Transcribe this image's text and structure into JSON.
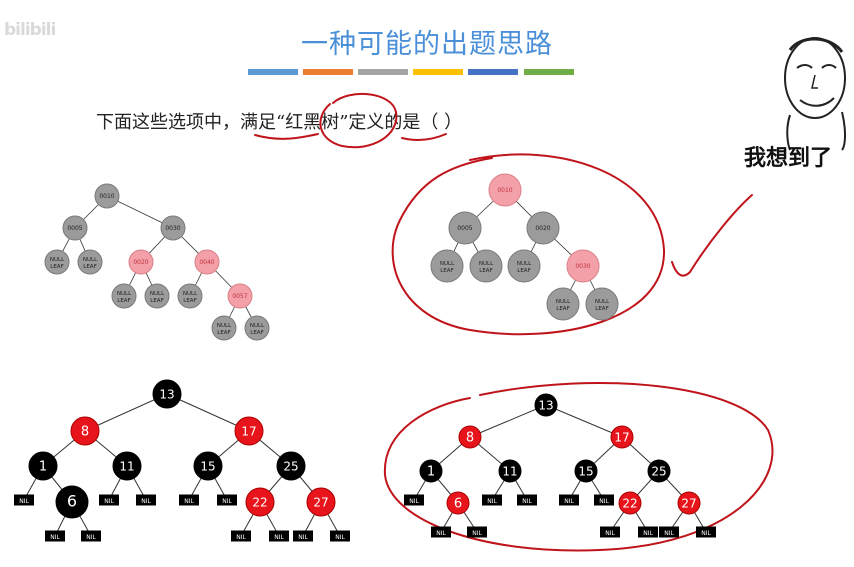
{
  "watermark": "bilibili",
  "title": "一种可能的出题思路",
  "colors": {
    "title": "#4a8fd8",
    "bars": [
      "#5b9bd5",
      "#ed7d31",
      "#a5a5a5",
      "#ffc000",
      "#4472c4",
      "#70ad47"
    ],
    "gray_node": "#9b9b9b",
    "pink_node": "#f4a0a8",
    "red_node": "#e8141b",
    "black_node": "#000000",
    "annotation_red": "#c0141b"
  },
  "question": {
    "prefix": "下面这些选项中，",
    "underlined": "满足",
    "quoted": "“红黑树”",
    "underlined2": "定义",
    "suffix": "的是（    ）"
  },
  "meme": {
    "caption": "我想到了",
    "icon": "meme-face-icon"
  },
  "trees": [
    {
      "id": "tree-a",
      "nodes": [
        {
          "label": "0010",
          "color": "gray"
        },
        {
          "label": "0005",
          "color": "gray"
        },
        {
          "label": "0030",
          "color": "gray"
        },
        {
          "label": "NULL\nLEAF",
          "color": "gray"
        },
        {
          "label": "NULL\nLEAF",
          "color": "gray"
        },
        {
          "label": "0020",
          "color": "pink"
        },
        {
          "label": "0040",
          "color": "pink"
        },
        {
          "label": "NULL\nLEAF",
          "color": "gray"
        },
        {
          "label": "NULL\nLEAF",
          "color": "gray"
        },
        {
          "label": "NULL\nLEAF",
          "color": "gray"
        },
        {
          "label": "0057",
          "color": "pink"
        },
        {
          "label": "NULL\nLEAF",
          "color": "gray"
        },
        {
          "label": "NULL\nLEAF",
          "color": "gray"
        }
      ],
      "edges": [
        [
          0,
          1
        ],
        [
          0,
          2
        ],
        [
          1,
          3
        ],
        [
          1,
          4
        ],
        [
          2,
          5
        ],
        [
          2,
          6
        ],
        [
          5,
          7
        ],
        [
          5,
          8
        ],
        [
          6,
          9
        ],
        [
          6,
          10
        ],
        [
          10,
          11
        ],
        [
          10,
          12
        ]
      ]
    },
    {
      "id": "tree-b",
      "nodes": [
        {
          "label": "0010",
          "color": "pink"
        },
        {
          "label": "0005",
          "color": "gray"
        },
        {
          "label": "0020",
          "color": "gray"
        },
        {
          "label": "NULL\nLEAF",
          "color": "gray"
        },
        {
          "label": "NULL\nLEAF",
          "color": "gray"
        },
        {
          "label": "NULL\nLEAF",
          "color": "gray"
        },
        {
          "label": "0030",
          "color": "pink"
        },
        {
          "label": "NULL\nLEAF",
          "color": "gray"
        },
        {
          "label": "NULL\nLEAF",
          "color": "gray"
        }
      ],
      "edges": [
        [
          0,
          1
        ],
        [
          0,
          2
        ],
        [
          1,
          3
        ],
        [
          1,
          4
        ],
        [
          2,
          5
        ],
        [
          2,
          6
        ],
        [
          6,
          7
        ],
        [
          6,
          8
        ]
      ]
    },
    {
      "id": "tree-c",
      "nodes": [
        {
          "label": "13",
          "color": "black"
        },
        {
          "label": "8",
          "color": "red"
        },
        {
          "label": "17",
          "color": "red"
        },
        {
          "label": "1",
          "color": "black"
        },
        {
          "label": "11",
          "color": "black"
        },
        {
          "label": "15",
          "color": "black"
        },
        {
          "label": "25",
          "color": "black"
        },
        {
          "label": "NIL",
          "color": "nil"
        },
        {
          "label": "6",
          "color": "black"
        },
        {
          "label": "NIL",
          "color": "nil"
        },
        {
          "label": "NIL",
          "color": "nil"
        },
        {
          "label": "NIL",
          "color": "nil"
        },
        {
          "label": "NIL",
          "color": "nil"
        },
        {
          "label": "22",
          "color": "red"
        },
        {
          "label": "27",
          "color": "red"
        },
        {
          "label": "NIL",
          "color": "nil"
        },
        {
          "label": "NIL",
          "color": "nil"
        },
        {
          "label": "NIL",
          "color": "nil"
        },
        {
          "label": "NIL",
          "color": "nil"
        },
        {
          "label": "NIL",
          "color": "nil"
        },
        {
          "label": "NIL",
          "color": "nil"
        }
      ],
      "edges": [
        [
          0,
          1
        ],
        [
          0,
          2
        ],
        [
          1,
          3
        ],
        [
          1,
          4
        ],
        [
          2,
          5
        ],
        [
          2,
          6
        ],
        [
          3,
          7
        ],
        [
          3,
          8
        ],
        [
          4,
          9
        ],
        [
          4,
          10
        ],
        [
          5,
          11
        ],
        [
          5,
          12
        ],
        [
          6,
          13
        ],
        [
          6,
          14
        ],
        [
          8,
          15
        ],
        [
          8,
          16
        ],
        [
          13,
          17
        ],
        [
          13,
          18
        ],
        [
          14,
          19
        ],
        [
          14,
          20
        ]
      ]
    },
    {
      "id": "tree-d",
      "nodes": [
        {
          "label": "13",
          "color": "black"
        },
        {
          "label": "8",
          "color": "red"
        },
        {
          "label": "17",
          "color": "red"
        },
        {
          "label": "1",
          "color": "black"
        },
        {
          "label": "11",
          "color": "black"
        },
        {
          "label": "15",
          "color": "black"
        },
        {
          "label": "25",
          "color": "black"
        },
        {
          "label": "NIL",
          "color": "nil"
        },
        {
          "label": "6",
          "color": "red"
        },
        {
          "label": "NIL",
          "color": "nil"
        },
        {
          "label": "NIL",
          "color": "nil"
        },
        {
          "label": "NIL",
          "color": "nil"
        },
        {
          "label": "NIL",
          "color": "nil"
        },
        {
          "label": "22",
          "color": "red"
        },
        {
          "label": "27",
          "color": "red"
        },
        {
          "label": "NIL",
          "color": "nil"
        },
        {
          "label": "NIL",
          "color": "nil"
        },
        {
          "label": "NIL",
          "color": "nil"
        },
        {
          "label": "NIL",
          "color": "nil"
        },
        {
          "label": "NIL",
          "color": "nil"
        },
        {
          "label": "NIL",
          "color": "nil"
        }
      ],
      "edges": [
        [
          0,
          1
        ],
        [
          0,
          2
        ],
        [
          1,
          3
        ],
        [
          1,
          4
        ],
        [
          2,
          5
        ],
        [
          2,
          6
        ],
        [
          3,
          7
        ],
        [
          3,
          8
        ],
        [
          4,
          9
        ],
        [
          4,
          10
        ],
        [
          5,
          11
        ],
        [
          5,
          12
        ],
        [
          6,
          13
        ],
        [
          6,
          14
        ],
        [
          8,
          15
        ],
        [
          8,
          16
        ],
        [
          13,
          17
        ],
        [
          13,
          18
        ],
        [
          14,
          19
        ],
        [
          14,
          20
        ]
      ]
    }
  ]
}
